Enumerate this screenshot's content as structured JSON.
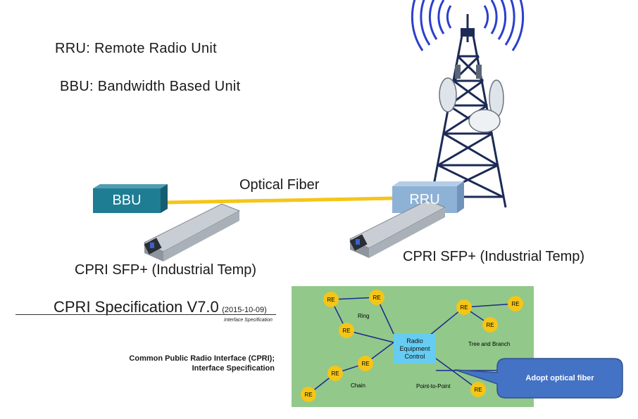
{
  "definitions": {
    "rru": "RRU:  Remote  Radio  Unit",
    "bbu": "BBU:  Bandwidth  Based  Unit"
  },
  "link": {
    "bbu_box": "BBU",
    "rru_box": "RRU",
    "fiber_label": "Optical Fiber",
    "sfp_left": "CPRI SFP+ (Industrial Temp)",
    "sfp_right": "CPRI SFP+ (Industrial Temp)"
  },
  "spec": {
    "title": "CPRI Specification V7.0",
    "date": "(2015-10-09)",
    "subtitle": "Interface Specification",
    "caption_line1": "Common Public Radio Interface (CPRI);",
    "caption_line2": "Interface Specification"
  },
  "topology": {
    "node_label": "RE",
    "rec_line1": "Radio",
    "rec_line2": "Equipment",
    "rec_line3": "Control",
    "ring": "Ring",
    "tree": "Tree and Branch",
    "chain": "Chain",
    "p2p": "Point-to-Point",
    "callout": "Adopt optical fiber"
  },
  "colors": {
    "bbu_box": "#1f7d93",
    "rru_box": "#8eb2d6",
    "fiber": "#f5c518",
    "topology_bg": "#92c88a",
    "node_fill": "#f5c518",
    "rec_fill": "#66ccf2",
    "callout_fill": "#4472c4",
    "tower": "#1c2a55",
    "waves": "#2b3fcc"
  }
}
